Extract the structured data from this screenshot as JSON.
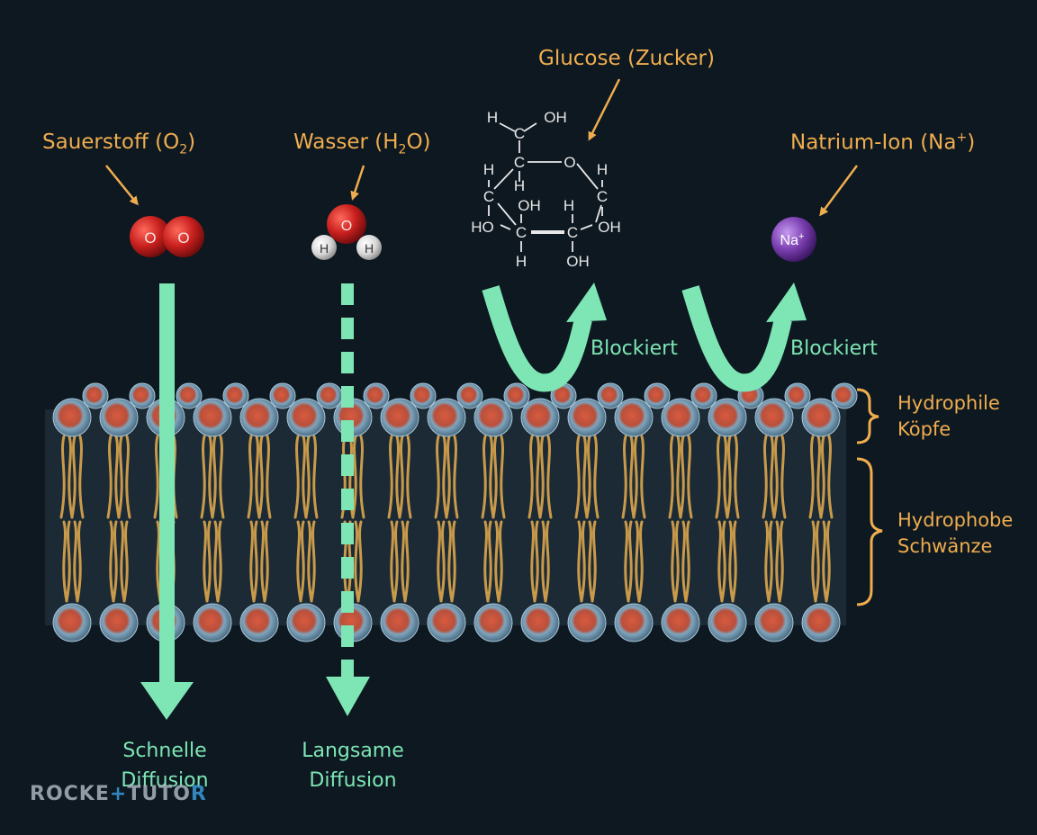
{
  "molecules": {
    "oxygen": {
      "label_main": "Sauerstoff (O",
      "label_sub": "2",
      "label_end": ")",
      "atom": "O"
    },
    "water": {
      "label_main": "Wasser (H",
      "label_sub": "2",
      "label_end": "O)",
      "atom_o": "O",
      "atom_h": "H"
    },
    "glucose": {
      "label": "Glucose (Zucker)"
    },
    "sodium": {
      "label_main": "Natrium-Ion (Na",
      "label_sup": "+",
      "label_end": ")",
      "ion_symbol": "Na",
      "ion_charge": "+"
    }
  },
  "glucose_structure": {
    "h": "H",
    "oh": "OH",
    "ho": "HO",
    "c": "C",
    "o": "O"
  },
  "arrows": {
    "fast": {
      "line1": "Schnelle",
      "line2": "Diffusion"
    },
    "slow": {
      "line1": "Langsame",
      "line2": "Diffusion"
    },
    "blocked_glucose": "Blockiert",
    "blocked_sodium": "Blockiert"
  },
  "membrane": {
    "heads_line1": "Hydrophile",
    "heads_line2": "Köpfe",
    "tails_line1": "Hydrophobe",
    "tails_line2": "Schwänze"
  },
  "watermark": {
    "left": "ROCKE",
    "plus": "+",
    "right": "TUTO",
    "end": "R"
  },
  "colors": {
    "background": "#0d1821",
    "label_orange": "#f0ad4e",
    "arrow_mint": "#7ee6b4",
    "oxygen_red": "#c8201e",
    "sodium_purple": "#7b3fb0",
    "tail_gold": "#c99a4a",
    "head_blue": "#8fb3c9",
    "head_core": "#c8503a"
  }
}
